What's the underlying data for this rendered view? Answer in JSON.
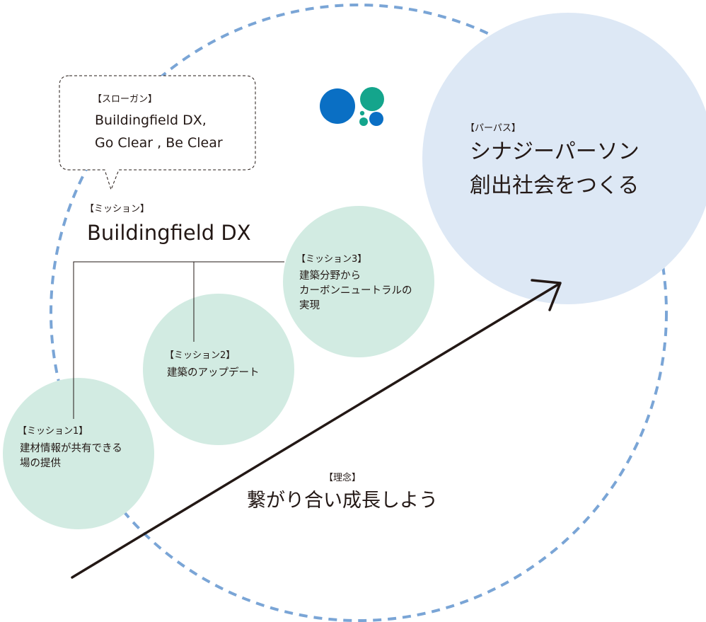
{
  "slogan": {
    "tag": "【スローガン】",
    "line1": "Buildingfield DX,",
    "line2": "Go Clear , Be Clear"
  },
  "mission": {
    "tag": "【ミッション】",
    "title": "Buildingfield DX"
  },
  "missions": [
    {
      "tag": "【ミッション1】",
      "text": "建材情報が共有できる\n場の提供"
    },
    {
      "tag": "【ミッション2】",
      "text": "建築のアップデート"
    },
    {
      "tag": "【ミッション3】",
      "text": "建築分野から\nカーボンニュートラルの\n実現"
    }
  ],
  "purpose": {
    "tag": "【パーパス】",
    "line1": "シナジーパーソン",
    "line2": "創出社会をつくる"
  },
  "philosophy": {
    "tag": "【理念】",
    "text": "繋がり合い成長しよう"
  },
  "colors": {
    "dashed_ring": "#7aa5d6",
    "purpose_circle": "#dde8f5",
    "mission_circle": "#d2ebe2",
    "logo_blue": "#0a6fc4",
    "logo_green": "#14a58c",
    "arrow": "#231815"
  },
  "icons": {
    "logo": "brand-logo-icon"
  }
}
